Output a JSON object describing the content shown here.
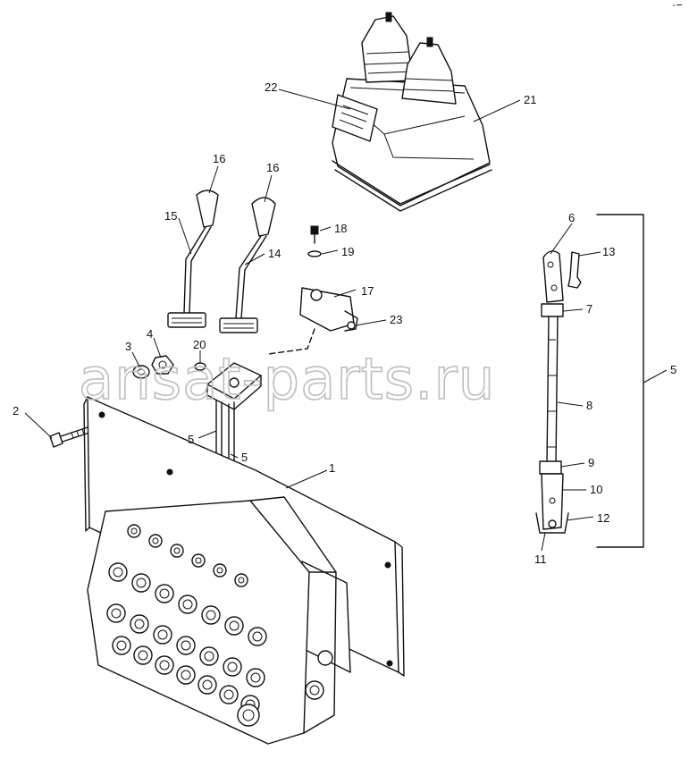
{
  "diagram": {
    "watermark": "ansat-parts.ru",
    "corner_mark": "·−",
    "callouts": {
      "c1": "1",
      "c2": "2",
      "c3": "3",
      "c4": "4",
      "c5_bracket": "5",
      "c5_rod_a": "5",
      "c5_rod_b": "5",
      "c6": "6",
      "c7": "7",
      "c8": "8",
      "c9": "9",
      "c10": "10",
      "c11": "11",
      "c12": "12",
      "c13": "13",
      "c14": "14",
      "c15": "15",
      "c16_a": "16",
      "c16_b": "16",
      "c17": "17",
      "c18": "18",
      "c19": "19",
      "c20": "20",
      "c21": "21",
      "c22": "22",
      "c23": "23"
    }
  }
}
